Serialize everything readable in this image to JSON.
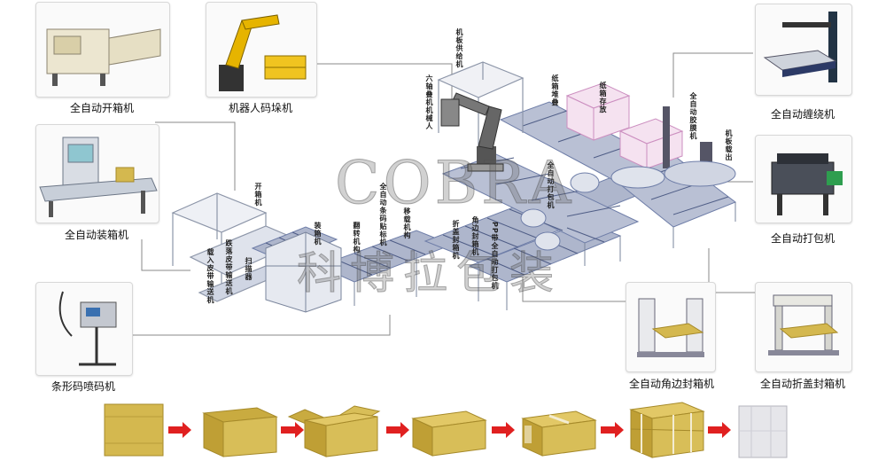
{
  "machines": [
    {
      "id": "box-opener",
      "label": "全自动开箱机"
    },
    {
      "id": "palletizer",
      "label": "机器人码垛机"
    },
    {
      "id": "case-packer",
      "label": "全自动装箱机"
    },
    {
      "id": "inkjet-printer",
      "label": "条形码喷码机"
    },
    {
      "id": "stretch-wrapper",
      "label": "全自动缠绕机"
    },
    {
      "id": "strapping",
      "label": "全自动打包机"
    },
    {
      "id": "corner-sealer",
      "label": "全自动角边封箱机"
    },
    {
      "id": "flap-sealer",
      "label": "全自动折盖封箱机"
    }
  ],
  "line_labels": {
    "open_box": "开箱机",
    "belt_in": "载入皮带输送机",
    "drop_belt": "跌落皮带输送机",
    "scanner": "扫描器",
    "packing": "装箱机",
    "flip": "翻转机构",
    "barcode_label": "全自动条码贴标机",
    "transfer": "移载机构",
    "fold_seal": "折盖封箱机",
    "corner_seal": "角边封箱机",
    "pp_strap": "PP带全自动打包机",
    "strapper2": "全自动打包机",
    "six_axis": "六轴叠机机械人",
    "pallet_supply": "机板供给机",
    "box_stack": "纸箱堆叠",
    "box_storage": "纸箱存放",
    "film_wrap": "全自动胶膜机",
    "pallet_out": "机板载出"
  },
  "watermark": {
    "latin": "COBRA",
    "cn": "科博拉包装"
  },
  "colors": {
    "box": "#d4b84f",
    "box_dark": "#b39530",
    "arrow": "#e02020",
    "conveyor": "#6f7ea8",
    "frame": "#9aa3b2"
  }
}
